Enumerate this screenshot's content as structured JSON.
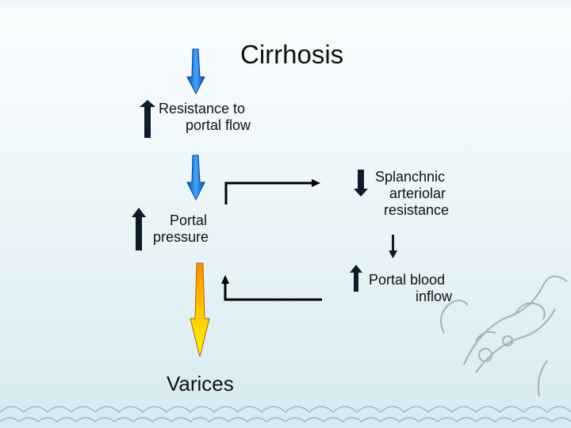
{
  "title": "Cirrhosis",
  "nodes": {
    "resistance_line1": "Resistance to",
    "resistance_line2": "portal flow",
    "portal_pressure_line1": "Portal",
    "portal_pressure_line2": "pressure",
    "splanchnic_line1": "Splanchnic",
    "splanchnic_line2": "arteriolar",
    "splanchnic_line3": "resistance",
    "portal_blood_line1": "Portal blood",
    "portal_blood_line2": "inflow",
    "varices": "Varices"
  },
  "indicators": {
    "resistance": "up",
    "portal_pressure": "up",
    "splanchnic_resistance": "down",
    "portal_blood_inflow": "up"
  },
  "colors": {
    "flow_arrow_blue": "#1e7fe0",
    "flow_arrow_yellow": "#ffd800",
    "flow_arrow_orange": "#ff8c00",
    "indicator_arrow": "#0d1b2a",
    "connector_line": "#000000"
  }
}
